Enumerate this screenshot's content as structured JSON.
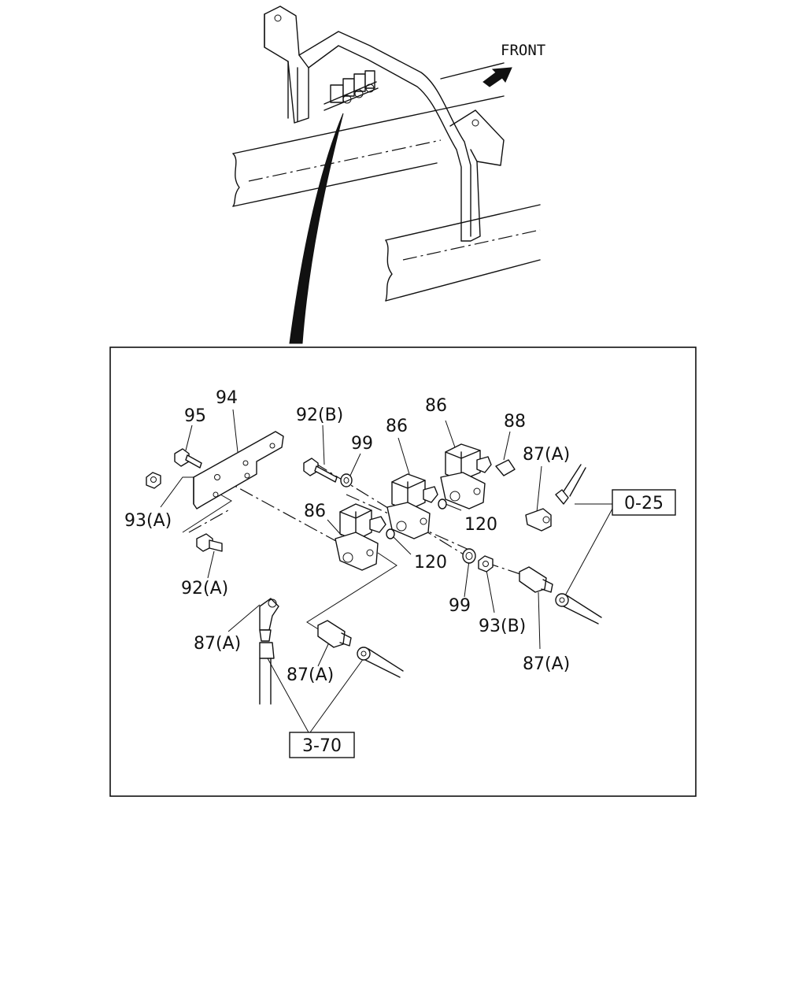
{
  "front_label": "FRONT",
  "callouts": {
    "c94": "94",
    "c95": "95",
    "c93a": "93(A)",
    "c92a": "92(A)",
    "c92b": "92(B)",
    "c99_top": "99",
    "c86_left": "86",
    "c86_mid": "86",
    "c86_right": "86",
    "c88": "88",
    "c87a_top_right": "87(A)",
    "c120_upper": "120",
    "c120_lower": "120",
    "c99_bottom": "99",
    "c93b": "93(B)",
    "c87a_right": "87(A)",
    "c87a_left": "87(A)",
    "c87a_mid": "87(A)"
  },
  "references": {
    "ref_025": "0-25",
    "ref_370": "3-70"
  }
}
